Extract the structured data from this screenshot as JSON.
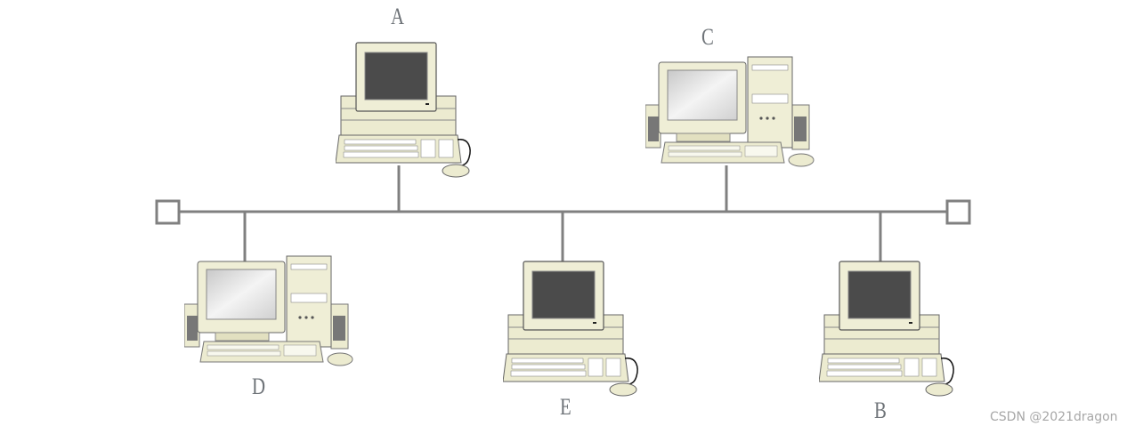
{
  "diagram": {
    "topology": "bus",
    "line_color": "#808080",
    "nodes": [
      {
        "id": "A",
        "label": "A",
        "style": "compact-desktop"
      },
      {
        "id": "C",
        "label": "C",
        "style": "tower-desktop"
      },
      {
        "id": "D",
        "label": "D",
        "style": "tower-desktop"
      },
      {
        "id": "E",
        "label": "E",
        "style": "compact-desktop"
      },
      {
        "id": "B",
        "label": "B",
        "style": "compact-desktop"
      }
    ],
    "terminators": [
      "left-terminator",
      "right-terminator"
    ]
  },
  "watermark": "CSDN @2021dragon"
}
